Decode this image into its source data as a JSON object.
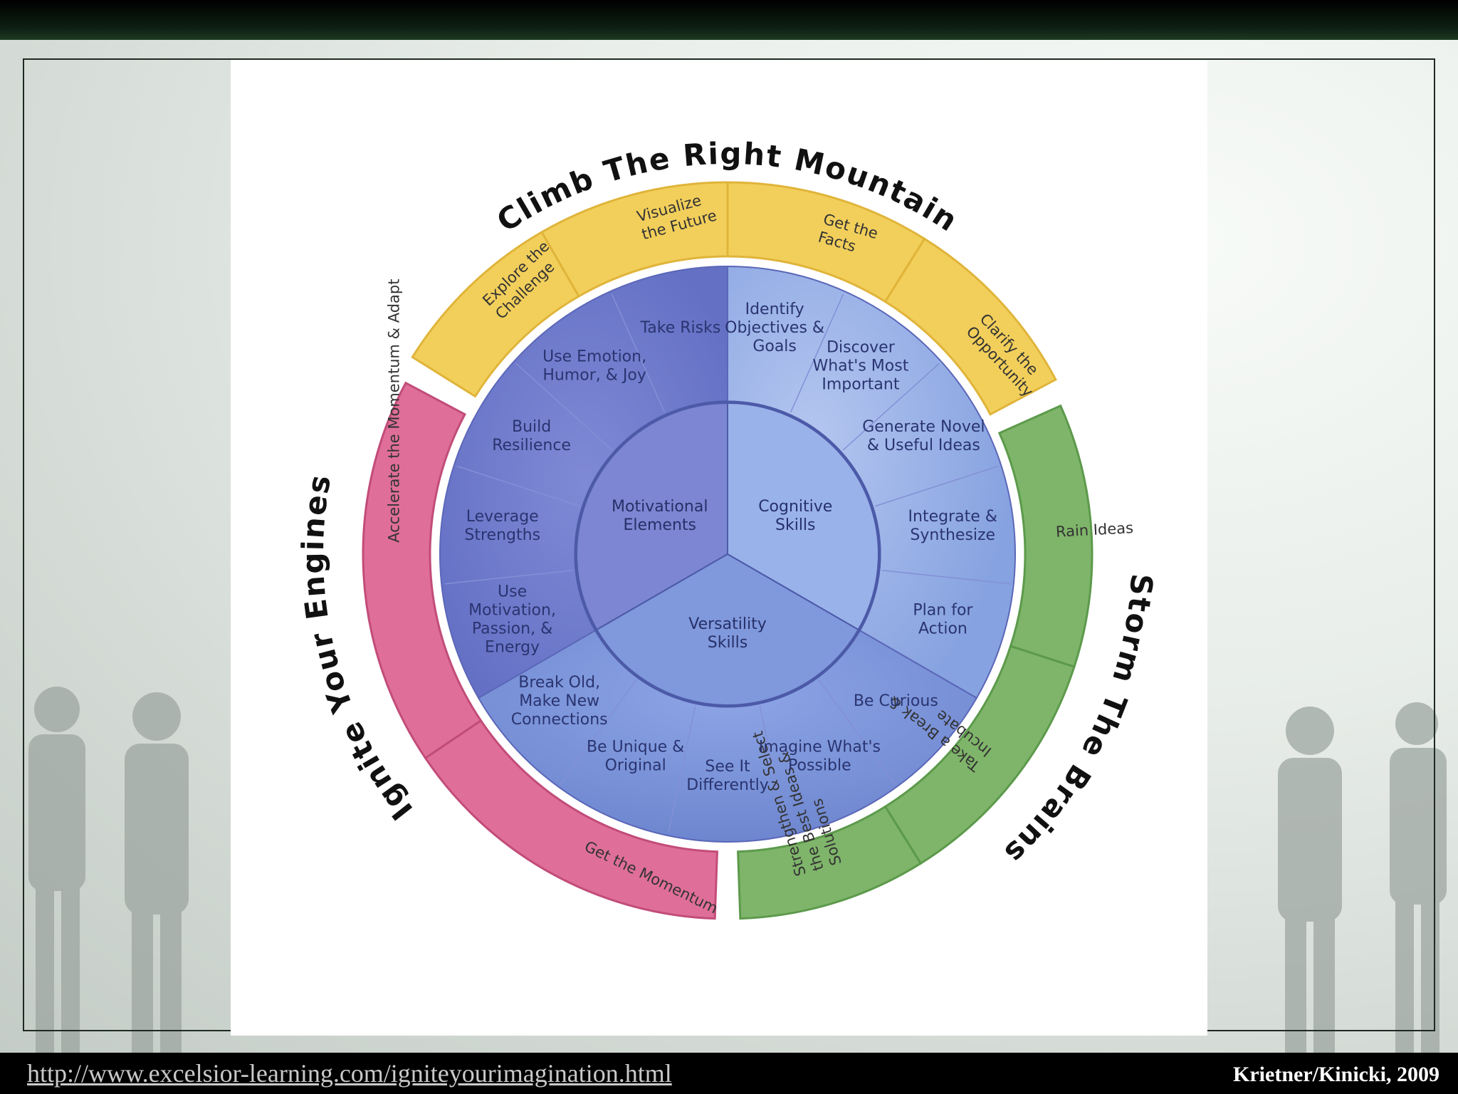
{
  "diagram": {
    "outer_titles": {
      "top": "Climb The Right Mountain",
      "right": "Storm The Brains",
      "left": "Ignite Your Engines"
    },
    "yellow_ring": [
      "Explore the Challenge",
      "Visualize the Future",
      "Get the Facts",
      "Clarify the Opportunity"
    ],
    "green_ring": [
      "Rain Ideas",
      "Take a Break & Incubate",
      "Strengthen & Select the Best Ideas & Solutions"
    ],
    "pink_ring": [
      "Accelerate the Momentum & Adapt",
      "Get the Momentum"
    ],
    "core": [
      "Motivational Elements",
      "Cognitive Skills",
      "Versatility Skills"
    ],
    "motivational_elements": [
      "Take Risks",
      "Use Emotion, Humor, & Joy",
      "Build Resilience",
      "Leverage Strengths",
      "Use Motivation, Passion, & Energy"
    ],
    "cognitive_skills": [
      "Identify Objectives & Goals",
      "Discover What's Most Important",
      "Generate Novel & Useful Ideas",
      "Integrate & Synthesize",
      "Plan for Action"
    ],
    "versatility_skills": [
      "Be Curious",
      "Imagine What's Possible",
      "See It Differently",
      "Be Unique & Original",
      "Break Old, Make New Connections"
    ],
    "colors": {
      "yellow": "#f2cf5b",
      "green": "#7fb56a",
      "pink": "#df6f98",
      "motivational": "#7480cf",
      "cognitive": "#8ea8e4",
      "versatility": "#7d96dc"
    }
  },
  "footer": {
    "source_link": "http://www.excelsior-learning.com/igniteyourimagination.html",
    "attribution": "Krietner/Kinicki, 2009"
  }
}
